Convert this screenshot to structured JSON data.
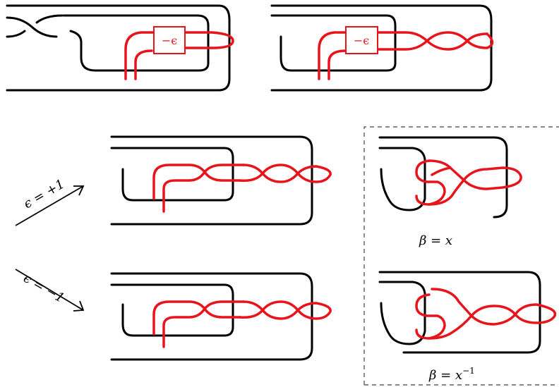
{
  "colors": {
    "knot": "#000000",
    "band": "#e8141b"
  },
  "panels": {
    "top_left": {
      "box_label": "−ϵ"
    },
    "top_right": {
      "box_label": "−ϵ"
    }
  },
  "arrows": {
    "upper": {
      "label": "ϵ = +1"
    },
    "lower": {
      "label": "ϵ = −1"
    }
  },
  "inset": {
    "upper_caption": "β = x",
    "lower_caption_base": "β = x",
    "lower_caption_exp": "−1"
  }
}
